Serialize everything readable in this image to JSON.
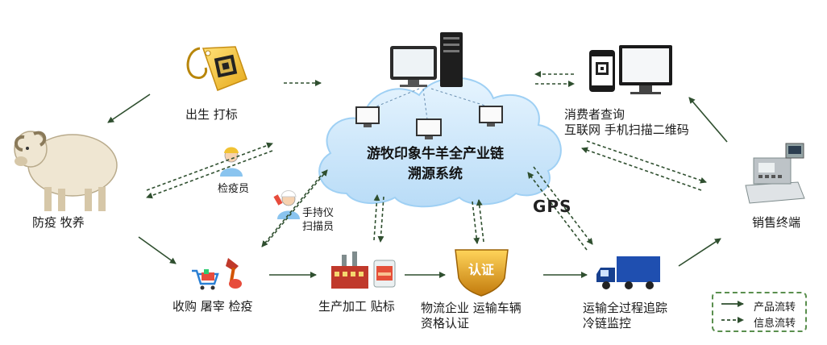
{
  "nodes": {
    "birth_tag": "出生  打标",
    "epidemic_raise": "防疫  牧养",
    "inspector": "检疫员",
    "scanner_line1": "手持仪",
    "scanner_line2": "扫描员",
    "purchase_slaughter": "收购  屠宰  检疫",
    "processing": "生产加工  贴标",
    "logistics_line1": "物流企业  运输车辆",
    "logistics_line2": "资格认证",
    "transport_line1": "运输全过程追踪",
    "transport_line2": "冷链监控",
    "consumer_line1": "消费者查询",
    "consumer_line2": "互联网  手机扫描二维码",
    "terminal": "销售终端"
  },
  "cloud": {
    "line1": "游牧印象牛羊全产业链",
    "line2": "溯源系统"
  },
  "badges": {
    "certification": "认证",
    "gps": "GPS"
  },
  "legend": {
    "product_flow": "产品流转",
    "info_flow": "信息流转"
  },
  "colors": {
    "arrow": "#2f4f2f",
    "cloud_fill": "#c9e6fb",
    "cloud_edge": "#9fd0f4",
    "legend_border": "#5a8f4e",
    "truck_blue": "#1f4fb0",
    "tag_yellow": "#f3c233",
    "shield_gold": "#e5a21c"
  }
}
